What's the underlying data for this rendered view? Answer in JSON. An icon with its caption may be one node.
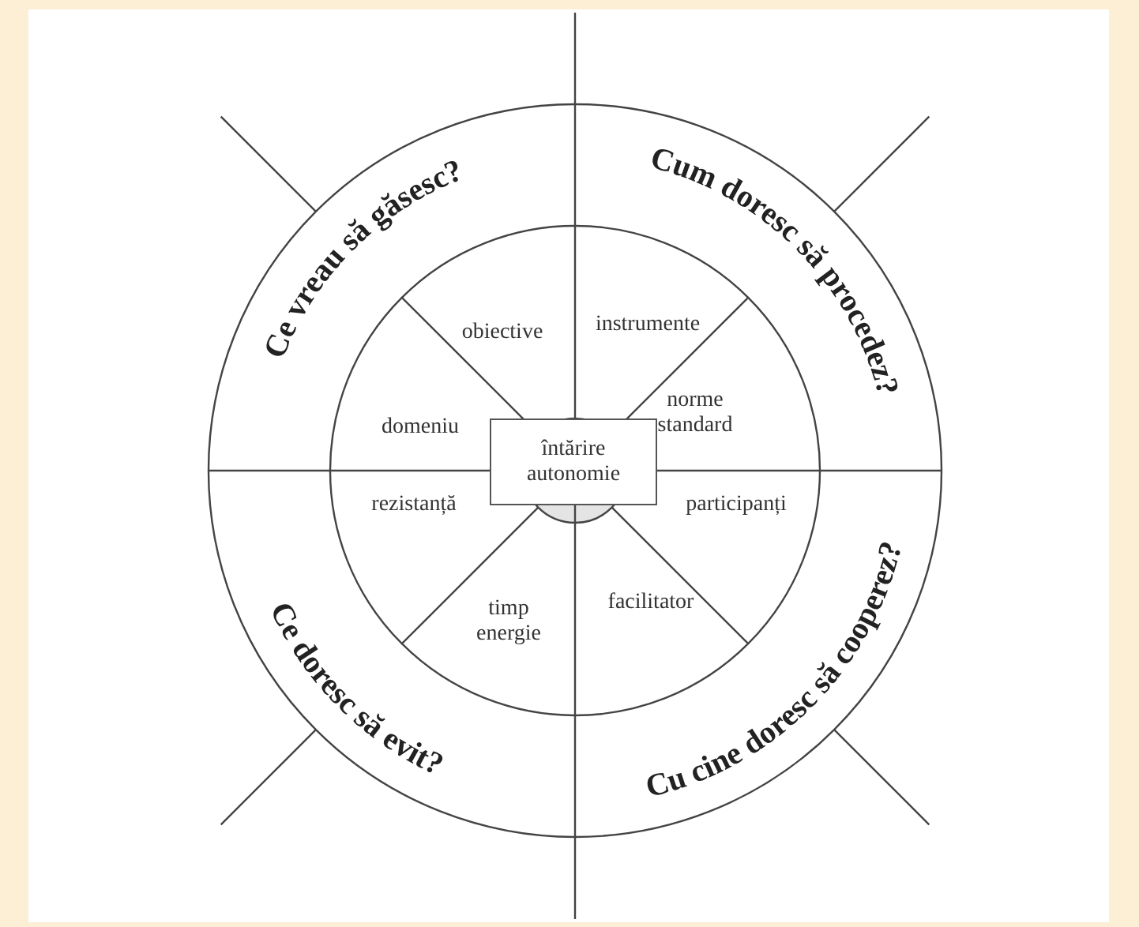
{
  "diagram": {
    "nodes": [
      {
        "text": [
          "întărire autonomie"
        ]
      }
    ],
    "labels": [
      "Ce vreau să găsesc?",
      "Cum doresc să procedez?",
      "obiective",
      "instrumente",
      "domeniu",
      "norme standard",
      "rezistanță",
      "participanți",
      "timp energie",
      "facilitator",
      "Ce doresc să evit?",
      "Cu cine doresc să cooperez?"
    ]
  }
}
